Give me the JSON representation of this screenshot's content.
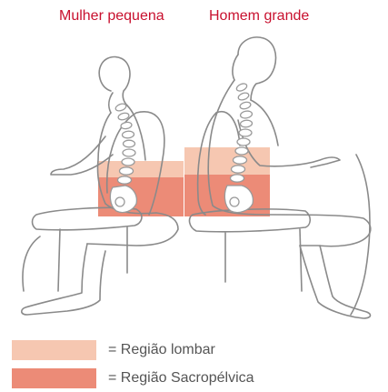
{
  "labels": {
    "small_woman": "Mulher pequena",
    "large_man": "Homem grande"
  },
  "legend": [
    {
      "text": "= Região lombar",
      "color": "#f6c7b1"
    },
    {
      "text": "= Região Sacropélvica",
      "color": "#ec8b77"
    }
  ],
  "colors": {
    "outline": "#8a8a8a",
    "spine": "#9a9a9a"
  }
}
